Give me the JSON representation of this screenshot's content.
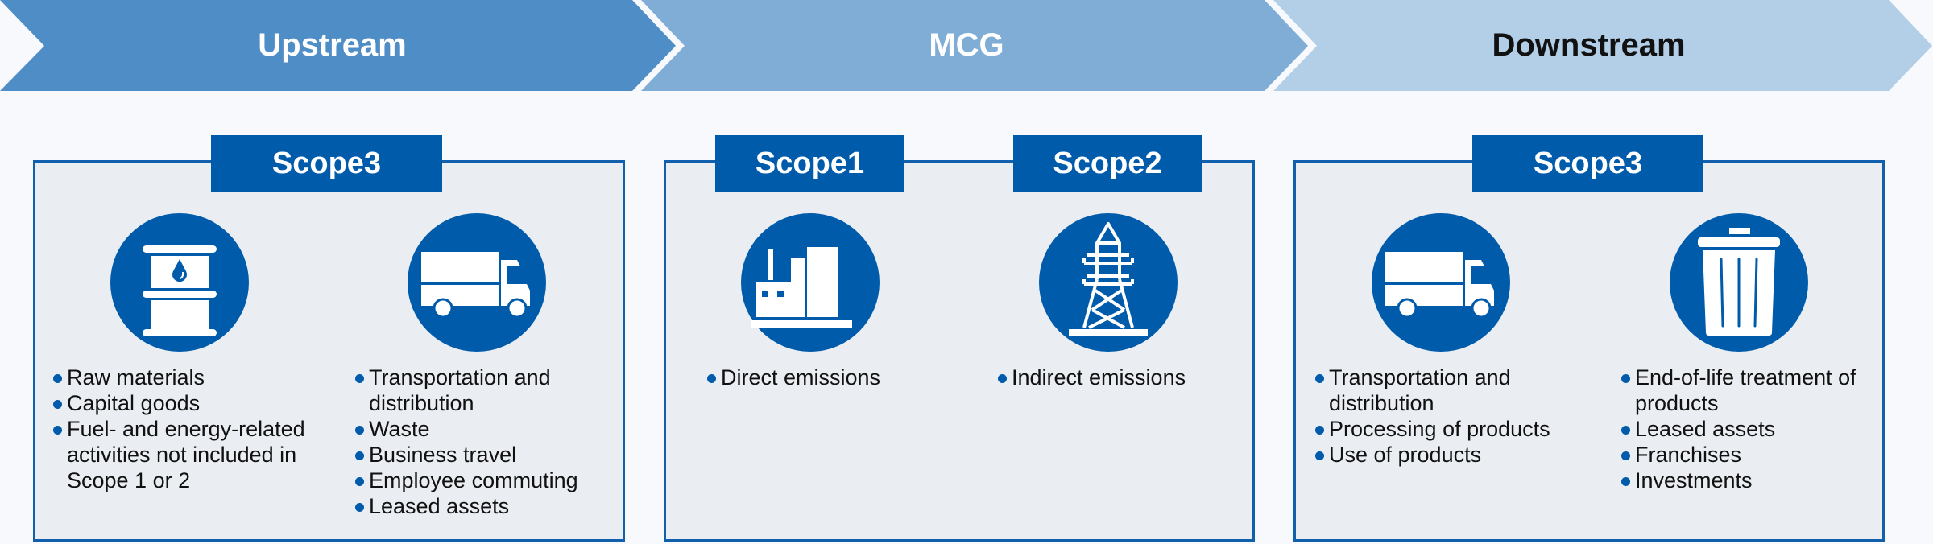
{
  "colors": {
    "background": "#f7f9fc",
    "panel_bg": "#eaeef2",
    "accent": "#005bab",
    "chevron_upstream": "#4f8dc6",
    "chevron_mcg": "#7fadd6",
    "chevron_downstream": "#b2cfe7"
  },
  "stages": [
    {
      "label": "Upstream",
      "text_color": "#ffffff"
    },
    {
      "label": "MCG",
      "text_color": "#ffffff"
    },
    {
      "label": "Downstream",
      "text_color": "#111111"
    }
  ],
  "panels": [
    {
      "name": "upstream",
      "badges": [
        "Scope3"
      ],
      "groups": [
        {
          "icon": "oil-barrel-icon",
          "items": [
            "Raw materials",
            "Capital goods",
            "Fuel- and energy-related activities not included in Scope 1 or 2"
          ]
        },
        {
          "icon": "truck-icon",
          "items": [
            "Transportation and distribution",
            "Waste",
            "Business travel",
            "Employee commuting",
            "Leased assets"
          ]
        }
      ]
    },
    {
      "name": "mcg",
      "badges": [
        "Scope1",
        "Scope2"
      ],
      "groups": [
        {
          "icon": "factory-icon",
          "items": [
            "Direct emissions"
          ]
        },
        {
          "icon": "power-tower-icon",
          "items": [
            "Indirect emissions"
          ]
        }
      ]
    },
    {
      "name": "downstream",
      "badges": [
        "Scope3"
      ],
      "groups": [
        {
          "icon": "truck-icon",
          "items": [
            "Transportation and distribution",
            "Processing of products",
            "Use of products"
          ]
        },
        {
          "icon": "trash-can-icon",
          "items": [
            "End-of-life treatment of products",
            "Leased assets",
            "Franchises",
            "Investments"
          ]
        }
      ]
    }
  ]
}
